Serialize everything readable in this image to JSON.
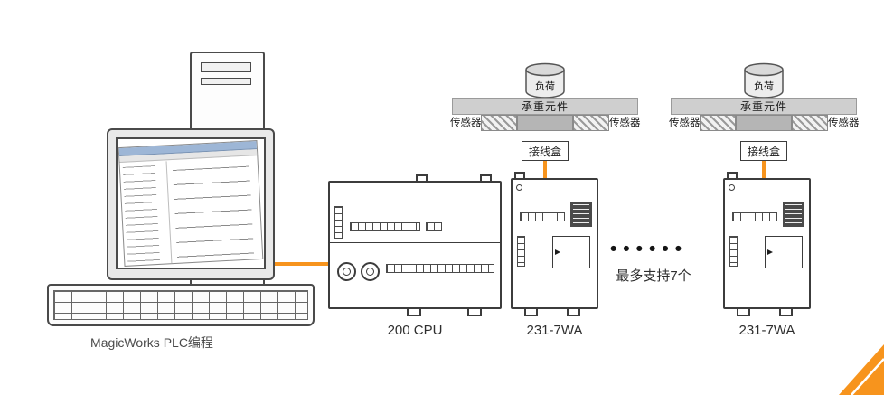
{
  "colors": {
    "accent_orange": "#F7941D",
    "outline_dark": "#3c3c3c",
    "bar_gray": "#cfcfcf",
    "block_gray": "#b5b5b5"
  },
  "computer": {
    "caption": "MagicWorks PLC编程"
  },
  "cpu": {
    "caption": "200 CPU"
  },
  "modules": [
    {
      "caption": "231-7WA"
    },
    {
      "caption": "231-7WA"
    }
  ],
  "expansion": {
    "dots": "••••••",
    "note": "最多支持7个"
  },
  "stations": [
    {
      "load": "负荷",
      "bearing": "承重元件",
      "sensor_left": "传感器",
      "sensor_right": "传感器",
      "junction_box": "接线盒"
    },
    {
      "load": "负荷",
      "bearing": "承重元件",
      "sensor_left": "传感器",
      "sensor_right": "传感器",
      "junction_box": "接线盒"
    }
  ]
}
